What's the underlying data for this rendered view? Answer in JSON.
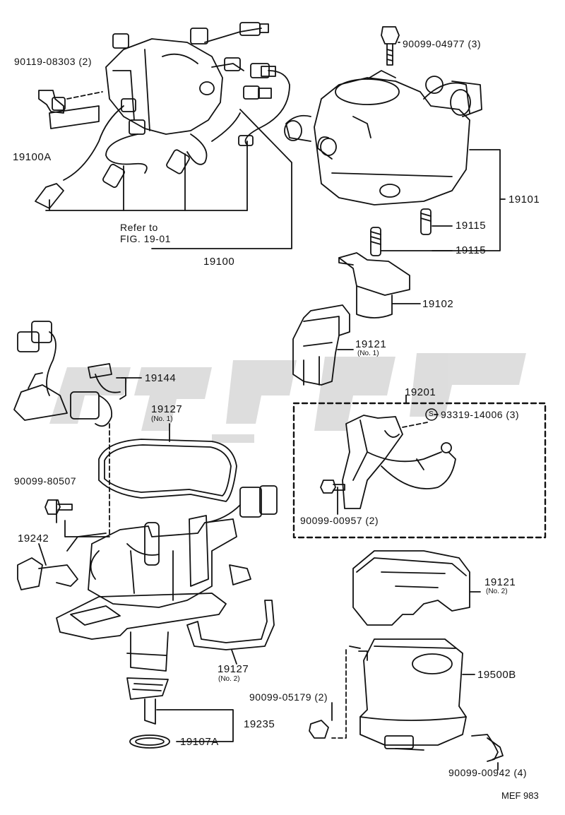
{
  "labels": {
    "p90119": "90119-08303 (2)",
    "p19100A": "19100A",
    "p90099_04977": "90099-04977 (3)",
    "p19101": "19101",
    "p19115a": "19115",
    "p19115b": "19115",
    "refer_to": "Refer to",
    "fig": "FIG. 19-01",
    "p19100": "19100",
    "p19102": "19102",
    "p19121a": "19121",
    "no1_a": "(No. 1)",
    "p19144": "19144",
    "p19201": "19201",
    "p19127a": "19127",
    "no1_b": "(No. 1)",
    "s_mark": "S",
    "p93319": "93319-14006 (3)",
    "p90099_80507": "90099-80507",
    "p90099_00957": "90099-00957 (2)",
    "p19242": "19242",
    "p19121b": "19121",
    "no2_a": "(No. 2)",
    "p19127b": "19127",
    "no2_b": "(No. 2)",
    "p19500B": "19500B",
    "p90099_05179": "90099-05179 (2)",
    "p19235": "19235",
    "p19107A": "19107A",
    "p90099_00942": "90099-00942 (4)",
    "code": "MEF 983"
  },
  "watermark": {
    "color": "#d8d8d8"
  }
}
